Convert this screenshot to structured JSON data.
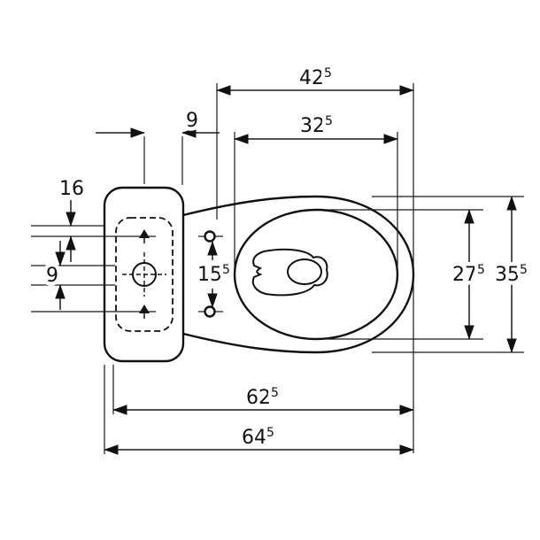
{
  "drawing": {
    "title": "toilet-top-view-dimension-drawing",
    "colors": {
      "line": "#111111",
      "dim": "#1a1a1a",
      "background": "#ffffff"
    }
  },
  "dims": {
    "seat_length": {
      "base": "42",
      "sup": "5"
    },
    "opening_length": {
      "base": "32",
      "sup": "5"
    },
    "rear_offset": {
      "base": "9",
      "sup": ""
    },
    "left_upper": {
      "base": "16",
      "sup": ""
    },
    "left_lower": {
      "base": "9",
      "sup": ""
    },
    "hinge_holes": {
      "base": "15",
      "sup": "5"
    },
    "opening_width": {
      "base": "27",
      "sup": "5"
    },
    "bowl_width": {
      "base": "35",
      "sup": "5"
    },
    "length_inner": {
      "base": "62",
      "sup": "5"
    },
    "length_total": {
      "base": "64",
      "sup": "5"
    }
  }
}
